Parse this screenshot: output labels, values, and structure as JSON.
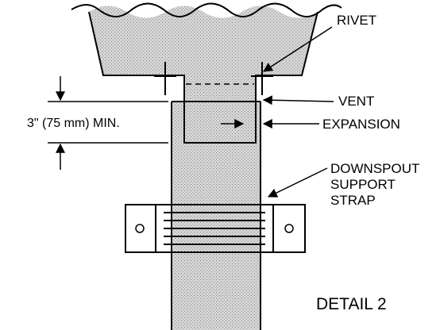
{
  "labels": {
    "rivet": "RIVET",
    "vent": "VENT",
    "expansion": "EXPANSION",
    "strap_line1": "DOWNSPOUT",
    "strap_line2": "SUPPORT",
    "strap_line3": "STRAP",
    "min_clearance": "3\" (75 mm) MIN.",
    "detail": "DETAIL 2"
  },
  "colors": {
    "stipple_fill": "#cfcfcf",
    "line": "#000000",
    "background": "#ffffff"
  }
}
